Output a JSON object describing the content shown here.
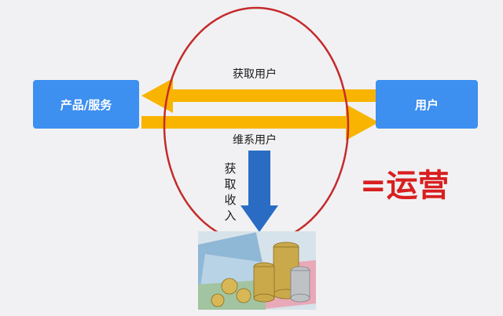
{
  "diagram": {
    "left_box_label": "产品/服务",
    "right_box_label": "用户",
    "arrow_top_label": "获取用户",
    "arrow_bottom_label": "维系用户",
    "down_arrow_label_chars": [
      "获",
      "取",
      "收",
      "入"
    ],
    "equation_label": "=运营",
    "colors": {
      "box": "#3d8ff0",
      "arrow": "#f8b400",
      "down_arrow": "#2a6cc4",
      "ellipse": "#c42b2b",
      "equation": "#d81f1f"
    }
  },
  "image": {
    "semantic": "money-photo (coins and banknotes)"
  }
}
